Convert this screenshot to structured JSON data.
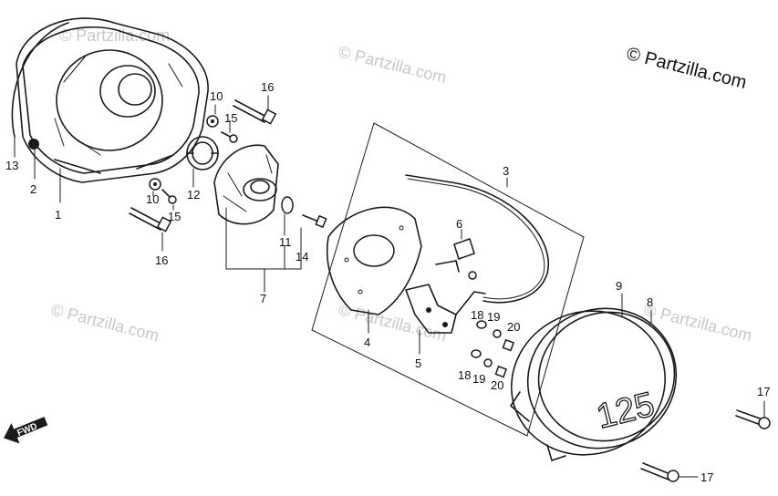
{
  "brand": "© Partzilla.com",
  "watermark": "© Partzilla.com",
  "fwd_label": "FWD",
  "cover_marking": "125",
  "callouts": [
    "1",
    "2",
    "3",
    "4",
    "5",
    "6",
    "7",
    "8",
    "9",
    "10",
    "10",
    "11",
    "12",
    "13",
    "14",
    "15",
    "15",
    "16",
    "16",
    "17",
    "17",
    "18",
    "18",
    "19",
    "19",
    "20",
    "20"
  ]
}
